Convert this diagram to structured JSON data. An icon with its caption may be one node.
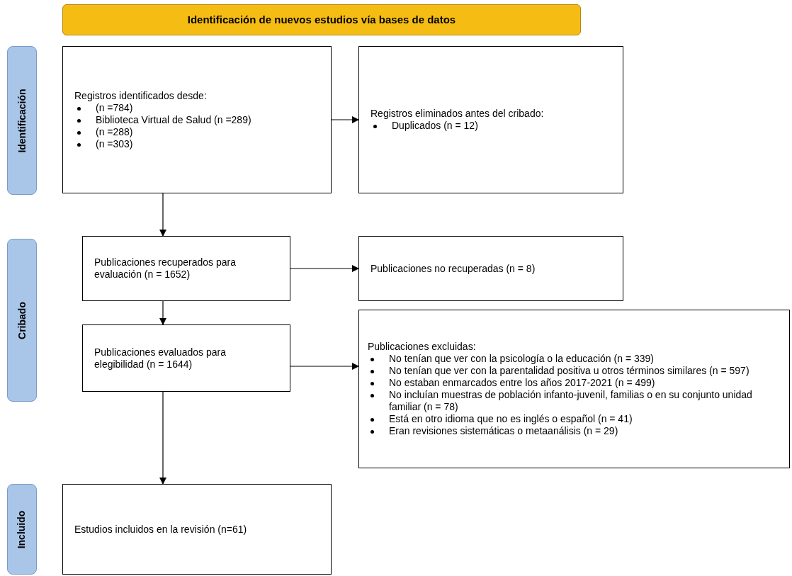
{
  "diagram": {
    "title": "Identificación de nuevos estudios vía bases de datos",
    "nodes": [
      {
        "text": [
          "Identificación"
        ]
      },
      {
        "text": [
          "Registros identificados desde:",
          "(n =784)",
          "Biblioteca Virtual de Salud (n =289)",
          "(n =288)",
          "(n =303)"
        ]
      },
      {
        "text": [
          "Registros eliminados antes del cribado:",
          "Duplicados (n = 12)"
        ]
      },
      {
        "text": [
          "Cribado"
        ]
      },
      {
        "text": [
          "Publicaciones recuperados para evaluación (n = 1652)"
        ]
      },
      {
        "text": [
          "Publicaciones no recuperadas (n = 8)"
        ]
      },
      {
        "text": [
          "Publicaciones evaluados para elegibilidad (n = 1644)"
        ]
      },
      {
        "text": [
          "Publicaciones excluidas:",
          "No tenían que ver con la psicología o la educación (n = 339)",
          "No tenían que ver con la parentalidad positiva u otros términos similares (n = 597)",
          "No estaban enmarcados entre los años 2017-2021 (n = 499)",
          "No incluían muestras de población infanto-juvenil, familias o en su conjunto unidad familiar (n = 78)",
          "Está en otro idioma que no es inglés o español (n = 41)",
          "Eran revisiones sistemáticas o metaanálisis (n = 29)"
        ]
      },
      {
        "text": [
          "Incluido"
        ]
      },
      {
        "text": [
          "Estudios incluidos en la revisión (n=61)"
        ]
      }
    ],
    "edges": [
      {
        "from": 1,
        "to": 2,
        "arrow": "to"
      },
      {
        "from": 1,
        "to": 4,
        "arrow": "to"
      },
      {
        "from": 4,
        "to": 5,
        "arrow": "to"
      },
      {
        "from": 4,
        "to": 6,
        "arrow": "to"
      },
      {
        "from": 6,
        "to": 7,
        "arrow": "to"
      },
      {
        "from": 6,
        "to": 9,
        "arrow": "to"
      }
    ]
  }
}
